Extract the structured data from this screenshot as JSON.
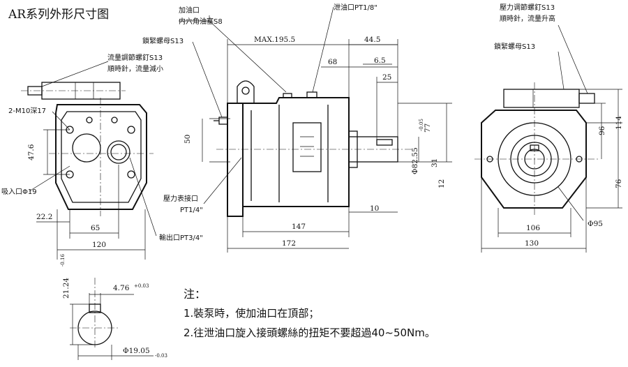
{
  "title": "AR系列外形尺寸图",
  "labels": {
    "fill_port": "加油口",
    "hex_plug": "内六角油塞S8",
    "drain_port": "泄油口PT1/8\"",
    "pressure_screw": "壓力调節螺釘S13",
    "pressure_dir": "順時針，流量升高",
    "lock_nut_left": "鎖緊螺母S13",
    "lock_nut_right": "鎖緊螺母S13",
    "flow_screw": "流量調節螺釘S13",
    "flow_dir": "順時針，流量減小",
    "m10": "2-M10深17",
    "suction": "吸入口Φ19",
    "outlet": "輸出口PT3/4\"",
    "gauge_port": "壓力表接口",
    "gauge_thread": "PT1/4\""
  },
  "dims": {
    "max": "MAX.195.5",
    "d44_5": "44.5",
    "d68": "68",
    "d6_5": "6.5",
    "d25": "25",
    "d77": "77",
    "d31": "31",
    "d12": "12",
    "d50": "50",
    "d10": "10",
    "d147": "147",
    "d172": "172",
    "phi82": "Φ82.55",
    "phi82_tol": "-0.05",
    "d47_6": "47.6",
    "d22_2": "22.2",
    "d65": "65",
    "d120": "120",
    "d96": "96",
    "d114": "114",
    "d76": "76",
    "d106": "106",
    "d130": "130",
    "phi95": "Φ95",
    "d21_24": "21.24",
    "d21_24_tol": "-0.16",
    "d4_76": "4.76",
    "d4_76_tol": "+0.03",
    "phi19": "Φ19.05",
    "phi19_tol": "-0.03"
  },
  "notes": {
    "heading": "注：",
    "line1": "1.裝泵時，使加油口在頂部；",
    "line2": "2.往泄油口旋入接頭螺絲的扭矩不要超過40~50Nm。"
  }
}
